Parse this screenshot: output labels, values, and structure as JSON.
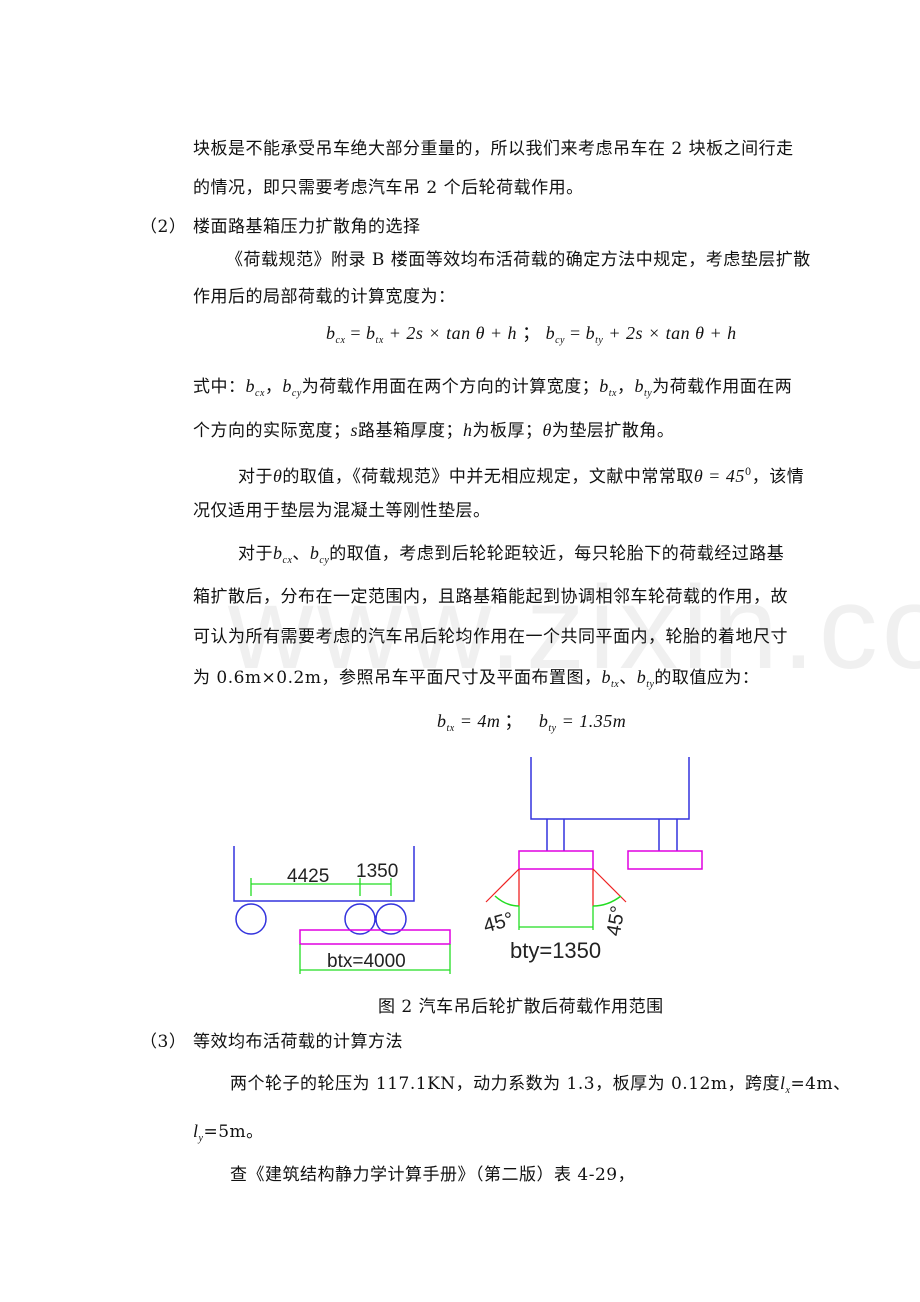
{
  "paragraphs": {
    "p1_line1": "块板是不能承受吊车绝大部分重量的，所以我们来考虑吊车在 2 块板之间行走",
    "p1_line2": "的情况，即只需要考虑汽车吊 2 个后轮荷载作用。",
    "s2_num": "（2）",
    "s2_title": "楼面路基箱压力扩散角的选择",
    "p2_line1": "《荷载规范》附录 B 楼面等效均布活荷载的确定方法中规定，考虑垫层扩散",
    "p2_line2": "作用后的局部荷载的计算宽度为：",
    "formula1": {
      "b": "b",
      "cx": "cx",
      "eq": " = ",
      "tx": "tx",
      "rest1": " + 2s × tan θ + h",
      "sep": "   ；  ",
      "cy": "cy",
      "ty": "ty",
      "rest2": " + 2s × tan θ + h"
    },
    "p3": {
      "lead": "式中：",
      "t1": "，",
      "t2": "为荷载作用面在两个方向的计算宽度；",
      "t3": "，",
      "t4": "为荷载作用面在两",
      "line2_a": "个方向的实际宽度；",
      "s": "s",
      "line2_b": "路基箱厚度；",
      "h": "h",
      "line2_c": "为板厚；",
      "theta": "θ",
      "line2_d": "为垫层扩散角。"
    },
    "p4": {
      "a": "对于",
      "theta": "θ",
      "b": "的取值，《荷载规范》中并无相应规定，文献中常常取",
      "eq": "θ = 45",
      "deg": "0",
      "c": "，该情",
      "line2": "况仅适用于垫层为混凝土等刚性垫层。"
    },
    "p5": {
      "a": "对于",
      "b": "、",
      "c": "的取值，考虑到后轮轮距较近，每只轮胎下的荷载经过路基",
      "line2": "箱扩散后，分布在一定范围内，且路基箱能起到协调相邻车轮荷载的作用，故",
      "line3": "可认为所有需要考虑的汽车吊后轮均作用在一个共同平面内，轮胎的着地尺寸",
      "line4_a": "为 0.6m×0.2m，参照吊车平面尺寸及平面布置图，",
      "line4_b": "、",
      "line4_c": "的取值应为："
    },
    "formula2": {
      "btx": "= 4m",
      "sep": "；",
      "bty": "= 1.35m"
    },
    "figure_caption": "图 2  汽车吊后轮扩散后荷载作用范围",
    "s3_num": "（3）",
    "s3_title": "等效均布活荷载的计算方法",
    "p6_line1": "两个轮子的轮压为 117.1KN，动力系数为 1.3，板厚为 0.12m，跨度",
    "p6_lx": "=4m、",
    "p6_ly": "=5m。",
    "p7": "查《建筑结构静力学计算手册》（第二版）表 4-29，"
  },
  "figure": {
    "left": {
      "dim1": "4425",
      "dim2": "1350",
      "dim3": "btx=4000"
    },
    "right": {
      "angle_left": "45°",
      "angle_right": "45°",
      "dim": "bty=1350"
    },
    "colors": {
      "structure": "#3333dd",
      "pad": "#e000e0",
      "dimension": "#22dd22",
      "spread": "#ee2222"
    }
  },
  "watermark": "www.zixin.com.cn"
}
